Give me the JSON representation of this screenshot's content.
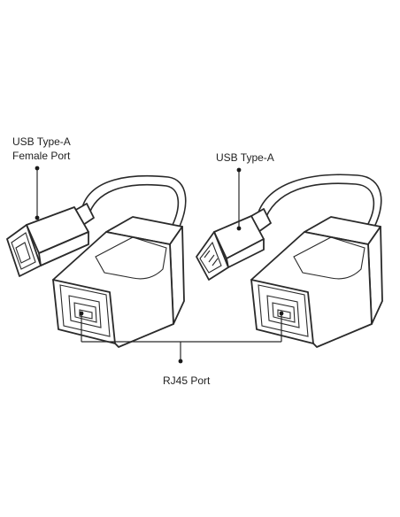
{
  "labels": {
    "usb_female_line1": "USB Type-A",
    "usb_female_line2": "Female Port",
    "usb_male": "USB Type-A",
    "rj45": "RJ45 Port"
  },
  "colors": {
    "line": "#2a2a2a",
    "background": "#ffffff"
  }
}
